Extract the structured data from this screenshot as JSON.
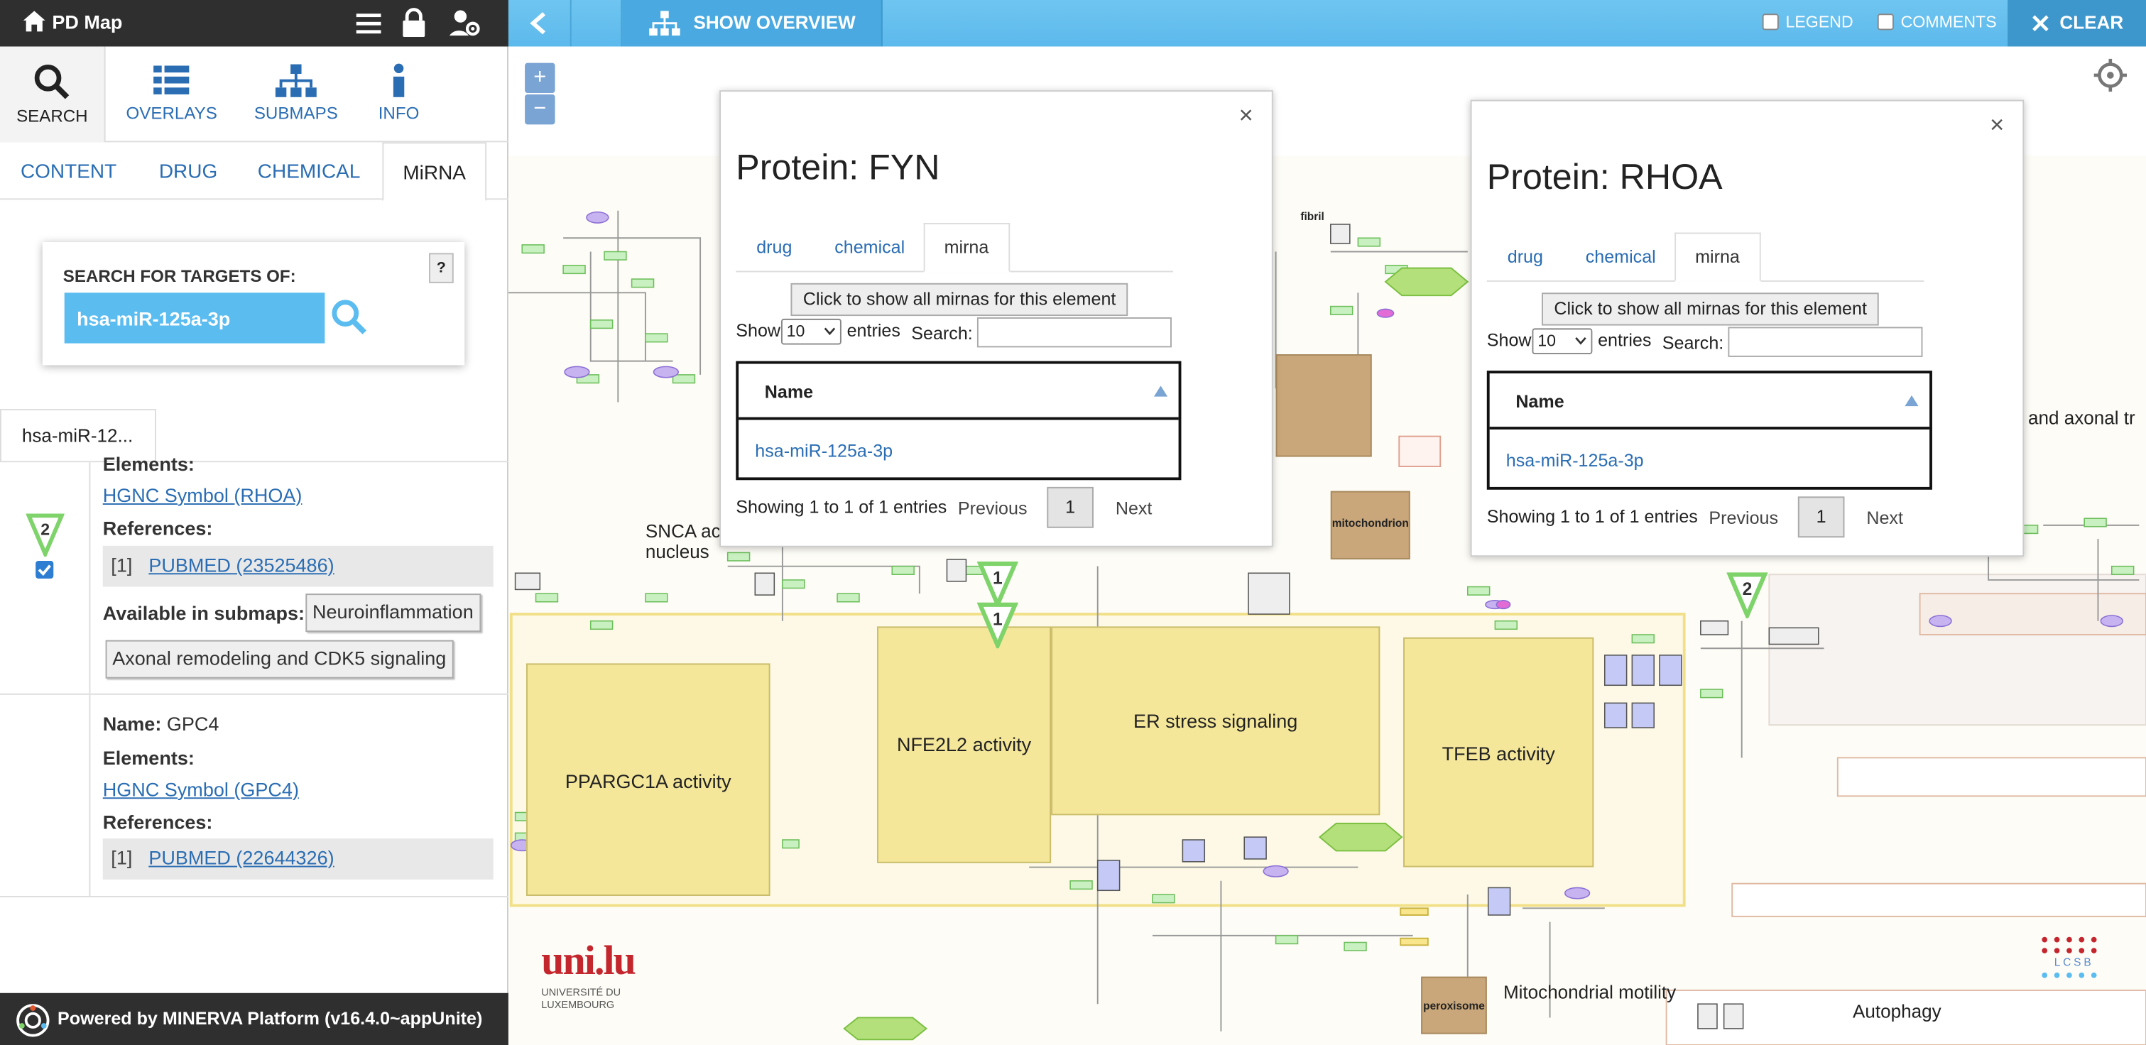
{
  "app": {
    "title": "PD Map"
  },
  "toolbar": {
    "search": "SEARCH",
    "overlays": "OVERLAYS",
    "submaps": "SUBMAPS",
    "info": "INFO"
  },
  "tabs": [
    "CONTENT",
    "DRUG",
    "CHEMICAL",
    "MiRNA"
  ],
  "search": {
    "label": "SEARCH FOR TARGETS OF:",
    "value": "hsa-miR-125a-3p",
    "help": "?"
  },
  "result_tab": "hsa-miR-12...",
  "results": [
    {
      "elements_label": "Elements:",
      "element": "HGNC Symbol (RHOA)",
      "references_label": "References:",
      "ref_index": "[1]",
      "ref": "PUBMED (23525486)",
      "submaps_label": "Available in submaps:",
      "submaps": [
        "Neuroinflammation",
        "Axonal remodeling and CDK5 signaling"
      ],
      "marker": "2",
      "checked": true
    },
    {
      "name_label": "Name:",
      "name": "GPC4",
      "elements_label": "Elements:",
      "element": "HGNC Symbol (GPC4)",
      "references_label": "References:",
      "ref_index": "[1]",
      "ref": "PUBMED (22644326)"
    }
  ],
  "footer": "Powered by MINERVA Platform (v16.4.0~appUnite)",
  "mapbar": {
    "overview": "SHOW OVERVIEW",
    "legend": "LEGEND",
    "comments": "COMMENTS",
    "clear": "CLEAR"
  },
  "zoom": {
    "in": "+",
    "out": "−"
  },
  "popups": [
    {
      "title": "Protein: FYN",
      "tabs": [
        "drug",
        "chemical",
        "mirna"
      ],
      "show_all": "Click to show all mirnas for this element",
      "show": "Show",
      "page_size": "10",
      "entries": "entries",
      "search": "Search:",
      "column": "Name",
      "rows": [
        "hsa-miR-125a-3p"
      ],
      "info": "Showing 1 to 1 of 1 entries",
      "previous": "Previous",
      "page": "1",
      "next": "Next"
    },
    {
      "title": "Protein: RHOA",
      "tabs": [
        "drug",
        "chemical",
        "mirna"
      ],
      "show_all": "Click to show all mirnas for this element",
      "show": "Show",
      "page_size": "10",
      "entries": "entries",
      "search": "Search:",
      "column": "Name",
      "rows": [
        "hsa-miR-125a-3p"
      ],
      "info": "Showing 1 to 1 of 1 entries",
      "previous": "Previous",
      "page": "1",
      "next": "Next"
    }
  ],
  "map_labels": {
    "pparg": "PPARGC1A activity",
    "nfe2l2": "NFE2L2 activity",
    "er_stress": "ER stress signaling",
    "tfeb": "TFEB activity",
    "snca_1": "SNCA ac",
    "snca_2": "nucleus",
    "axonal": "and axonal tr",
    "mito_motility": "Mitochondrial motility",
    "autophagy": "Autophagy",
    "mitochondrion": "mitochondrion",
    "peroxisome": "peroxisome",
    "fibril": "fibril"
  },
  "markers": [
    "1",
    "1",
    "2"
  ],
  "logos": {
    "unilu": "uni.lu",
    "unilu_sub_1": "UNIVERSITÉ DU",
    "unilu_sub_2": "LUXEMBOURG",
    "lcsb": "LCSB"
  },
  "colors": {
    "accent": "#5bbcf0",
    "link": "#2a6db3",
    "dark": "#2f2f2f",
    "block": "#f5e79a",
    "marker": "#7ed36a"
  }
}
